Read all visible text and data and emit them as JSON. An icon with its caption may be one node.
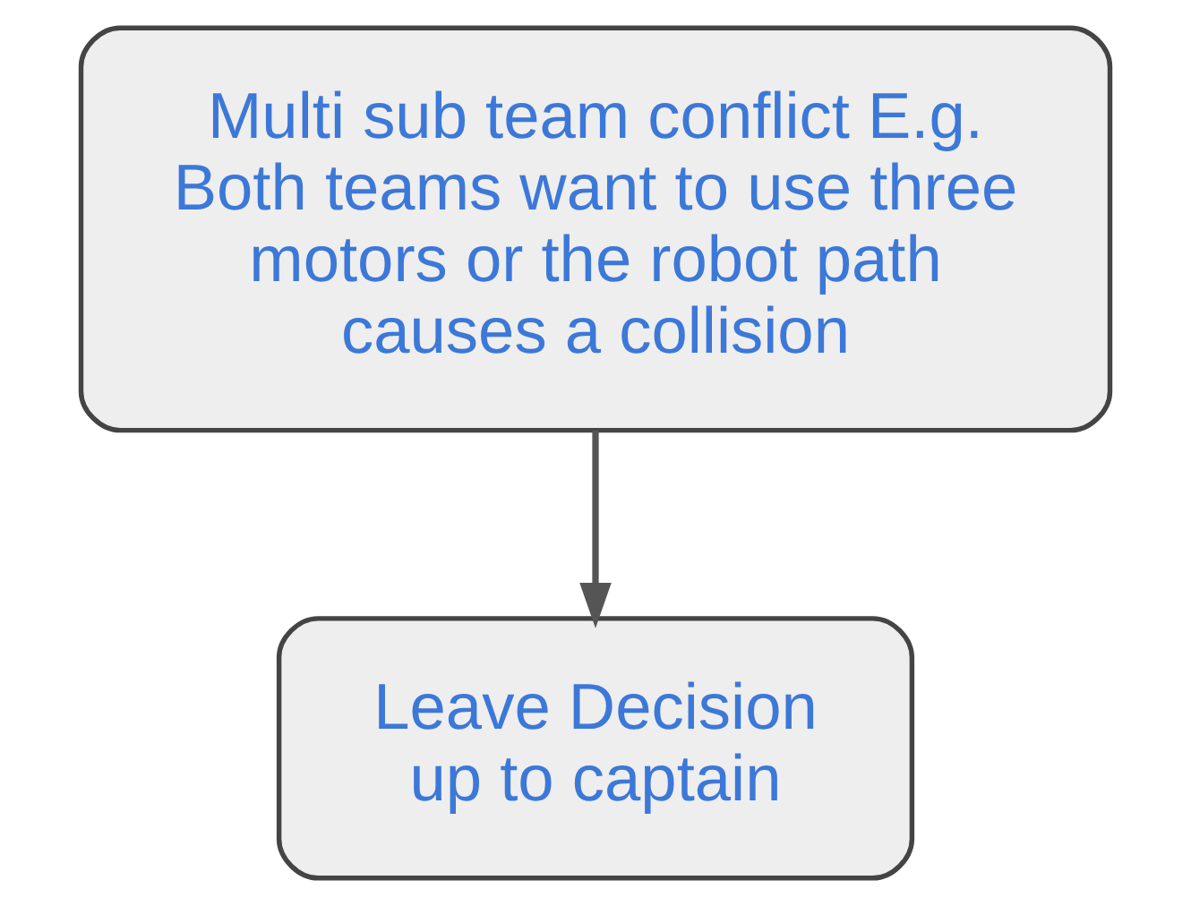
{
  "diagram": {
    "nodes": [
      {
        "text": [
          "Multi sub team conflict E.g. Both teams want to use three motors or the robot path causes a collision"
        ]
      },
      {
        "text": [
          "Leave Decision up to captain"
        ]
      }
    ],
    "edges": [
      {
        "from": 0,
        "to": 1,
        "arrow": "to"
      }
    ]
  }
}
